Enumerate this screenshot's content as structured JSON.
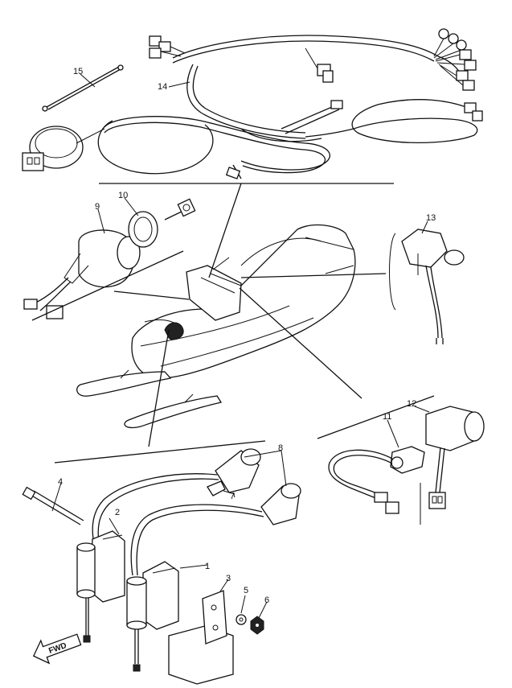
{
  "diagram": {
    "parts": [
      {
        "id": "1",
        "name": "ignition-coil-1"
      },
      {
        "id": "2",
        "name": "ignition-coil-2"
      },
      {
        "id": "3",
        "name": "coil-bracket"
      },
      {
        "id": "4",
        "name": "bolt"
      },
      {
        "id": "5",
        "name": "washer"
      },
      {
        "id": "6",
        "name": "nut"
      },
      {
        "id": "7",
        "name": "spark-plug-cap-clip"
      },
      {
        "id": "8",
        "name": "spark-plug-cap"
      },
      {
        "id": "9",
        "name": "main-switch"
      },
      {
        "id": "10",
        "name": "switch-nut"
      },
      {
        "id": "11",
        "name": "throttle-switch"
      },
      {
        "id": "12",
        "name": "handlebar-switch-right"
      },
      {
        "id": "13",
        "name": "handlebar-switch-left"
      },
      {
        "id": "14",
        "name": "wire-harness"
      },
      {
        "id": "15",
        "name": "lead-wire"
      }
    ],
    "labels": {
      "l1": "1",
      "l2": "2",
      "l3": "3",
      "l4": "4",
      "l5": "5",
      "l6": "6",
      "l7": "7",
      "l8": "8",
      "l9": "9",
      "l10": "10",
      "l11": "11",
      "l12": "12",
      "l13": "13",
      "l14": "14",
      "l15": "15"
    },
    "arrow": {
      "text": "FWD"
    }
  }
}
